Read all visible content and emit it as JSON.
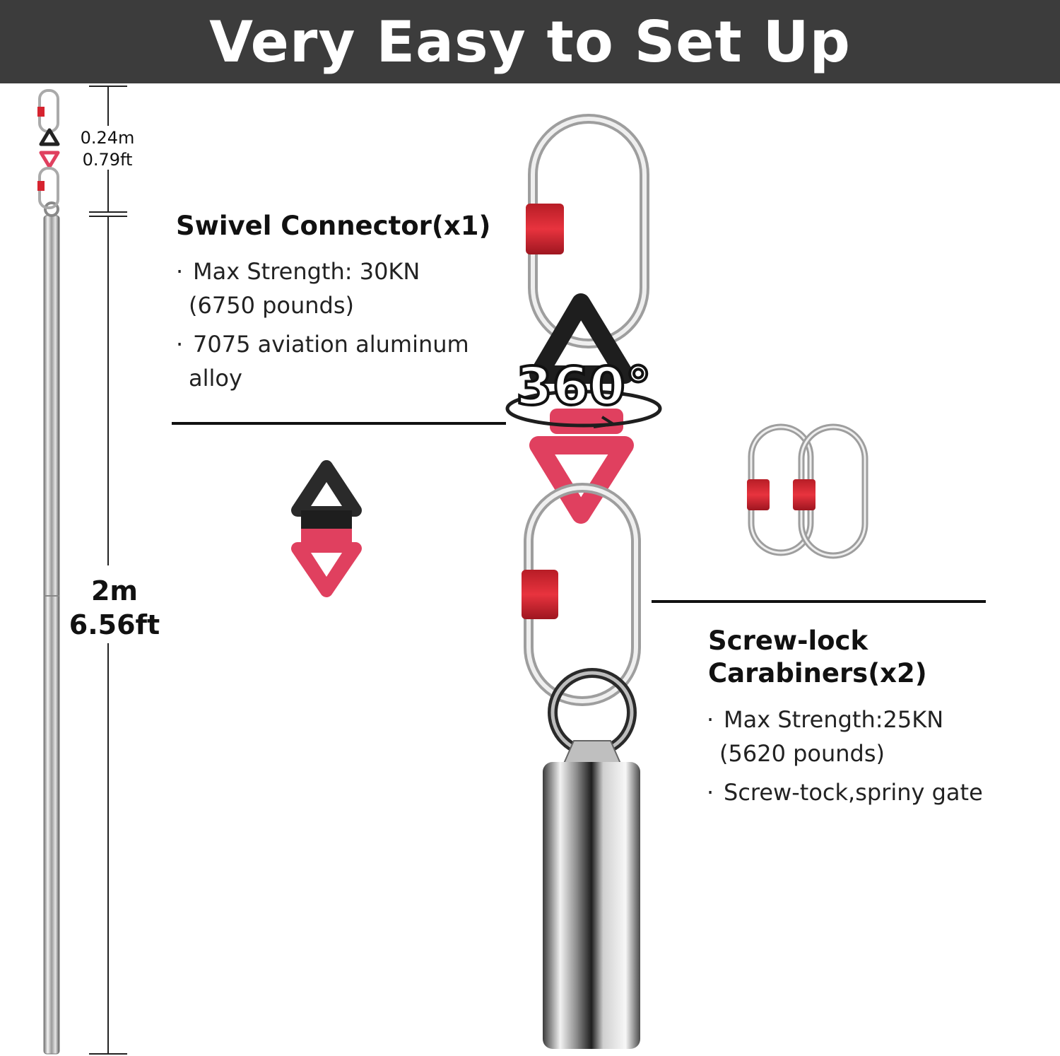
{
  "banner": {
    "title": "Very Easy to Set Up",
    "background": "#3c3c3c"
  },
  "dimensions": {
    "small_meters": "0.24m",
    "small_feet": "0.79ft",
    "large_meters": "2m",
    "large_feet": "6.56ft"
  },
  "swivel": {
    "title": "Swivel Connector(x1)",
    "specs": [
      {
        "bullet": "·",
        "line1": "Max Strength: 30KN",
        "line2": "(6750 pounds)"
      },
      {
        "bullet": "·",
        "line1": "7075 aviation aluminum",
        "line2": "alloy"
      }
    ],
    "badge": "360°"
  },
  "carabiners": {
    "title_line1": "Screw-lock",
    "title_line2": "Carabiners(x2)",
    "specs": [
      {
        "bullet": "·",
        "line1": "Max Strength:25KN",
        "line2": "(5620 pounds)"
      },
      {
        "bullet": "·",
        "line1": "Screw-tock,spriny gate"
      }
    ]
  },
  "colors": {
    "accent_red": "#d6232f",
    "swivel_pink": "#e0405f",
    "metal": "#c8c8c8",
    "black_part": "#2a2a2a"
  },
  "icons": [
    "pole-illustration",
    "carabiner-icon",
    "swivel-connector-icon",
    "rotation-arrow-icon",
    "eye-bolt-icon"
  ]
}
